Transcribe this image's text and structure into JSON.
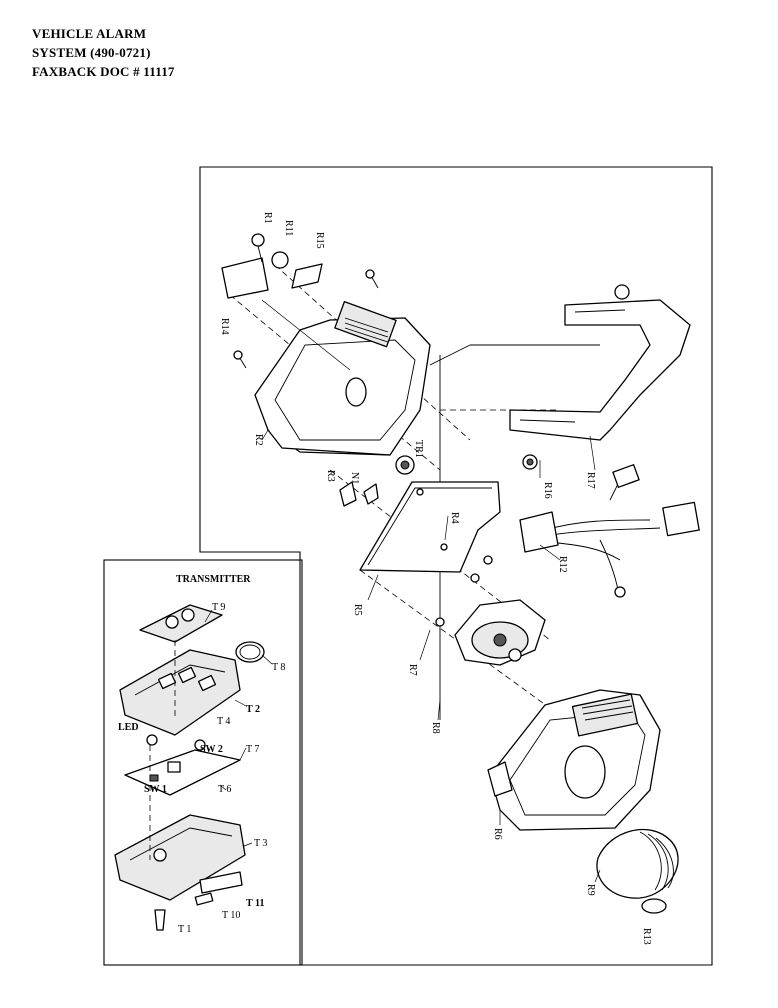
{
  "header": {
    "line1": "VEHICLE ALARM",
    "line2": "SYSTEM  (490-0721)",
    "line3": "FAXBACK DOC # 11117"
  },
  "transmitter": {
    "title": "TRANSMITTER"
  },
  "labels": {
    "R1": "R1",
    "R11": "R11",
    "R15": "R15",
    "R14": "R14",
    "R2": "R2",
    "TR1": "TR1",
    "R3": "R3",
    "N1": "N1",
    "R4": "R4",
    "R5": "R5",
    "R16": "R16",
    "R17": "R17",
    "R12": "R12",
    "R7": "R7",
    "R8": "R8",
    "R6": "R6",
    "R9": "R9",
    "R13": "R13",
    "T9": "T 9",
    "T8": "T 8",
    "T2": "T 2",
    "T4": "T 4",
    "LED": "LED",
    "SW2": "SW 2",
    "T7": "T 7",
    "SW1": "SW 1",
    "T6": "T 6",
    "T3": "T 3",
    "T11": "T 11",
    "T10": "T 10",
    "T1": "T 1"
  }
}
